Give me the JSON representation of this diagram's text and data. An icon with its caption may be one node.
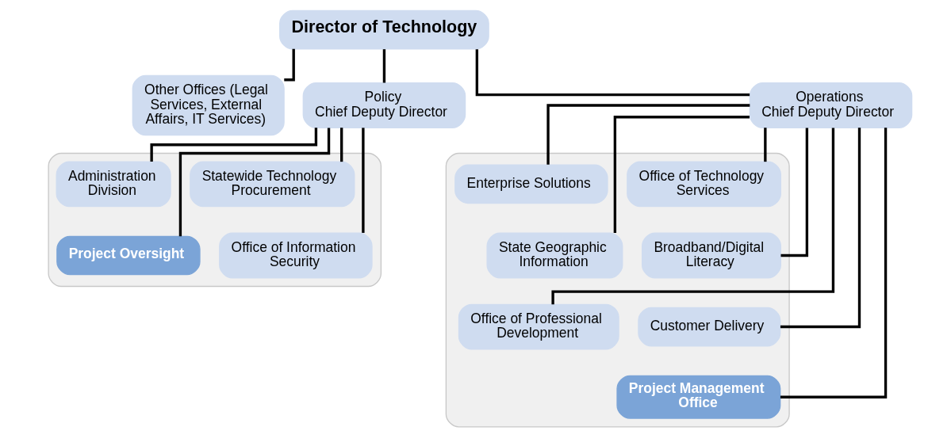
{
  "diagram": {
    "nodes": [
      {
        "text": [
          "Director of Technology"
        ]
      },
      {
        "text": [
          "Other Offices (Legal Services, External Affairs, IT Services)"
        ]
      },
      {
        "text": [
          "Policy",
          "Chief Deputy Director"
        ]
      },
      {
        "text": [],
        "shape": "box"
      },
      {
        "text": [
          "Statewide Technology Procurement"
        ],
        "in": 3
      },
      {
        "text": [
          "Administration Division"
        ],
        "in": 3
      },
      {
        "text": [
          "Project Oversight"
        ],
        "in": 3
      },
      {
        "text": [
          "Office of Information Security"
        ],
        "in": 3
      },
      {
        "text": [
          "Operations",
          "Chief Deputy Director"
        ]
      },
      {
        "text": [],
        "shape": "box"
      },
      {
        "text": [
          "Office of Technology Services"
        ],
        "in": 9
      },
      {
        "text": [
          "Enterprise Solutions"
        ],
        "in": 9
      },
      {
        "text": [
          "State Geographic Information"
        ],
        "in": 9
      },
      {
        "text": [
          "Broadband/Digital Literacy"
        ],
        "in": 9
      },
      {
        "text": [
          "Office of Professional Development"
        ],
        "in": 9
      },
      {
        "text": [
          "Customer Delivery"
        ],
        "in": 9
      },
      {
        "text": [
          "Project Management Office"
        ],
        "in": 9
      }
    ],
    "edges": [
      {
        "from": 0,
        "to": 1,
        "arrow": "none"
      },
      {
        "from": 0,
        "to": 2,
        "arrow": "none"
      },
      {
        "from": 0,
        "to": 8,
        "arrow": "none"
      },
      {
        "from": 2,
        "to": 4,
        "arrow": "none"
      },
      {
        "from": 2,
        "to": 5,
        "arrow": "none"
      },
      {
        "from": 2,
        "to": 6,
        "arrow": "none"
      },
      {
        "from": 2,
        "to": 7,
        "arrow": "none"
      },
      {
        "from": 8,
        "to": 10,
        "arrow": "none"
      },
      {
        "from": 8,
        "to": 11,
        "arrow": "none"
      },
      {
        "from": 8,
        "to": 12,
        "arrow": "none"
      },
      {
        "from": 8,
        "to": 13,
        "arrow": "none"
      },
      {
        "from": 8,
        "to": 14,
        "arrow": "none"
      },
      {
        "from": 8,
        "to": 15,
        "arrow": "none"
      },
      {
        "from": 8,
        "to": 16,
        "arrow": "none"
      }
    ]
  }
}
